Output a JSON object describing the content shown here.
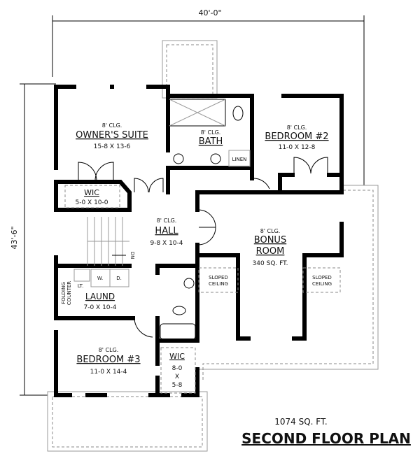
{
  "dimensions": {
    "width": "40'-0\"",
    "depth": "43'-6\""
  },
  "rooms": {
    "owners_suite": {
      "ceiling": "8' CLG.",
      "name": "OWNER'S SUITE",
      "size": "15-8 X 13-6"
    },
    "bath": {
      "ceiling": "8' CLG.",
      "name": "BATH",
      "linen": "LINEN"
    },
    "bedroom2": {
      "ceiling": "8' CLG.",
      "name": "BEDROOM #2",
      "size": "11-0 X 12-8"
    },
    "wic1": {
      "name": "WIC",
      "size": "5-0 X 10-0"
    },
    "hall": {
      "ceiling": "8' CLG.",
      "name": "HALL",
      "size": "9-8 X 10-4"
    },
    "bonus": {
      "ceiling": "8' CLG.",
      "name1": "BONUS",
      "name2": "ROOM",
      "size": "340 SQ. FT.",
      "sloped1": "SLOPED",
      "sloped2": "CEILING"
    },
    "stairs": {
      "label": "DN"
    },
    "laundry": {
      "name": "LAUND",
      "size": "7-0 X 10-4",
      "folding1": "FOLDING",
      "folding2": "COUNTER",
      "w": "W.",
      "d": "D.",
      "lt": "LT."
    },
    "bedroom3": {
      "ceiling": "8' CLG.",
      "name": "BEDROOM #3",
      "size": "11-0 X 14-4"
    },
    "wic2": {
      "name": "WIC",
      "size1": "8-0",
      "size2": "X",
      "size3": "5-8"
    }
  },
  "footer": {
    "sqft": "1074 SQ. FT.",
    "title": "SECOND FLOOR PLAN"
  }
}
